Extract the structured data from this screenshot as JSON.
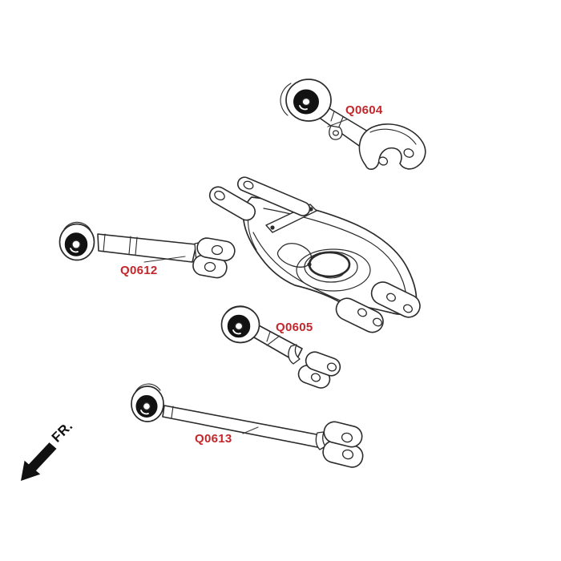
{
  "diagram": {
    "description": "Exploded line-art diagram of rear suspension control arms with part codes",
    "labels": {
      "q0604": "Q0604",
      "q0612": "Q0612",
      "q0605": "Q0605",
      "q0613": "Q0613"
    },
    "direction_indicator": {
      "label": "FR."
    },
    "colors": {
      "part_label": "#C3262B",
      "line": "#2B2B2B",
      "background": "#FFFFFF"
    }
  }
}
